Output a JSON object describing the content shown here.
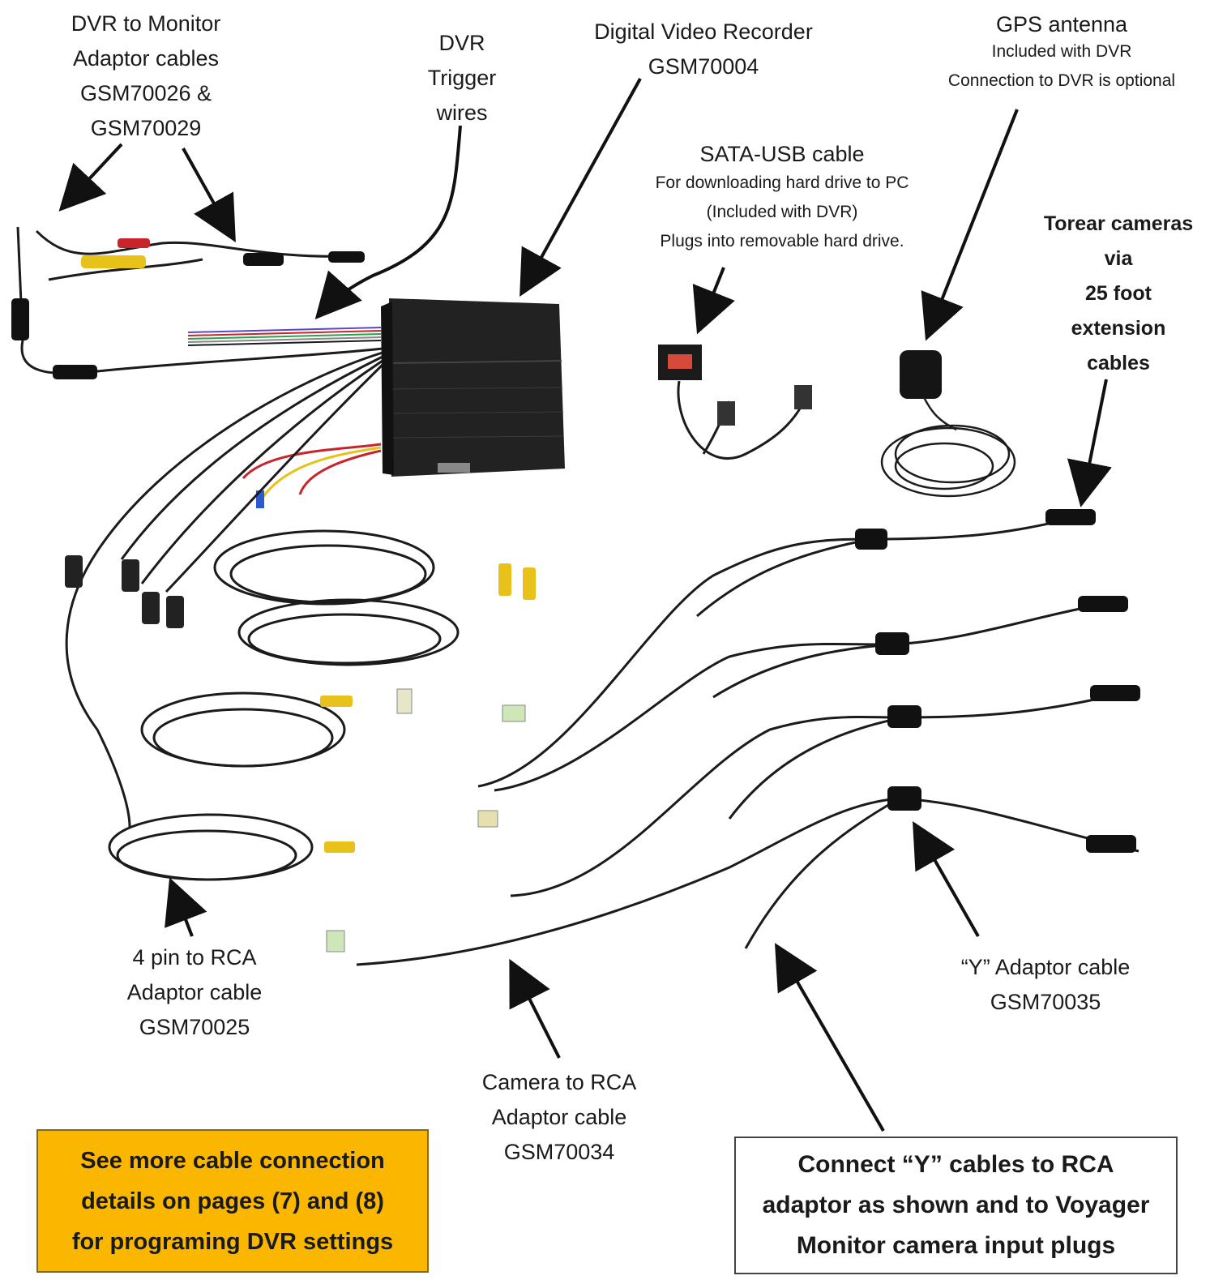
{
  "labels": {
    "dvr_monitor": [
      "DVR to Monitor",
      "Adaptor cables",
      "GSM70026 &",
      "GSM70029"
    ],
    "trigger": [
      "DVR",
      "Trigger",
      "wires"
    ],
    "dvr": [
      "Digital Video Recorder",
      "GSM70004"
    ],
    "gps_title": "GPS antenna",
    "gps_sub": [
      "Included with DVR",
      "Connection to DVR is optional"
    ],
    "sata_title": "SATA-USB cable",
    "sata_sub": [
      "For downloading hard drive to PC",
      "(Included with DVR)",
      "Plugs into removable hard drive."
    ],
    "torear": [
      "Torear cameras",
      "via",
      "25 foot",
      "extension",
      "cables"
    ],
    "fourpin": [
      "4 pin to RCA",
      "Adaptor cable",
      "GSM70025"
    ],
    "cam_rca": [
      "Camera to RCA",
      "Adaptor cable",
      "GSM70034"
    ],
    "yadaptor": [
      "“Y” Adaptor cable",
      "GSM70035"
    ]
  },
  "notes": {
    "orange": [
      "See more cable connection",
      "details on pages (7) and (8)",
      "for programing DVR settings"
    ],
    "white": [
      "Connect “Y” cables to RCA",
      "adaptor as shown and to Voyager",
      "Monitor camera input plugs"
    ]
  },
  "colors": {
    "orange_box": "#fbb700",
    "cable": "#1b1b1b",
    "rca_yellow": "#e8c21a",
    "rca_red": "#c8242b",
    "dvr_body": "#222222"
  }
}
